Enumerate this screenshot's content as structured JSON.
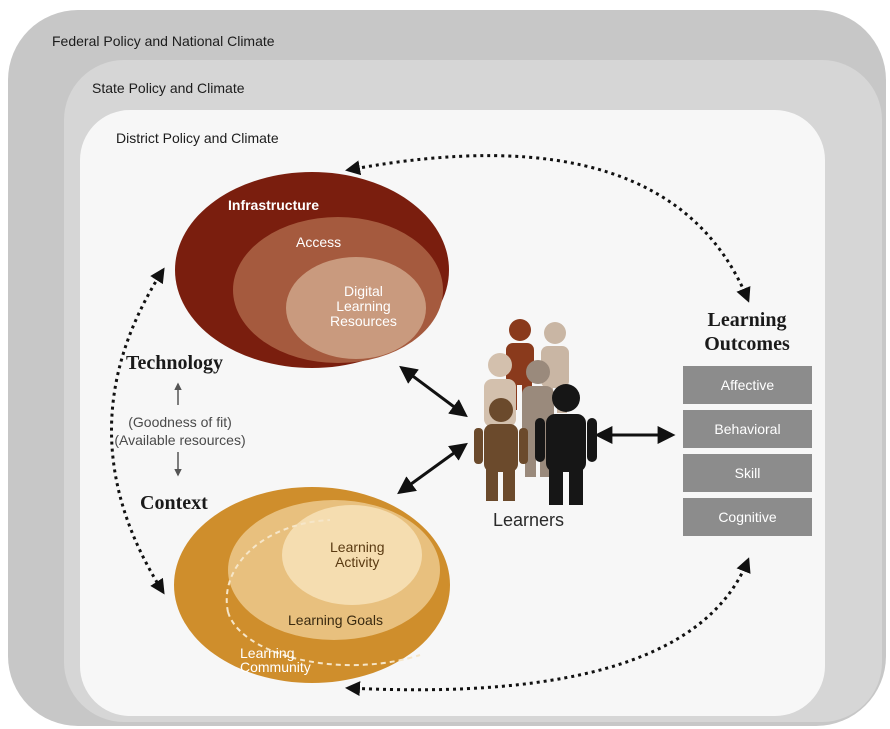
{
  "layers": {
    "federal": "Federal Policy and National Climate",
    "state": "State Policy and Climate",
    "district": "District Policy and Climate"
  },
  "technology": {
    "title": "Technology",
    "infrastructure": "Infrastructure",
    "access": "Access",
    "resources_line1": "Digital",
    "resources_line2": "Learning",
    "resources_line3": "Resources"
  },
  "fit": {
    "line1": "(Goodness of fit)",
    "line2": "(Available resources)"
  },
  "context": {
    "title": "Context",
    "activity_line1": "Learning",
    "activity_line2": "Activity",
    "goals": "Learning Goals",
    "community_line1": "Learning",
    "community_line2": "Community"
  },
  "learners": "Learners",
  "outcomes": {
    "title_line1": "Learning",
    "title_line2": "Outcomes",
    "items": [
      "Affective",
      "Behavioral",
      "Skill",
      "Cognitive"
    ]
  },
  "colors": {
    "infrastructure": "#7a1e0e",
    "access": "#a55a3e",
    "resources": "#c99a7e",
    "community": "#cf8e2c",
    "goals": "#e8c07e",
    "activity": "#f5ddb0",
    "outcome_box": "#8c8c8c"
  }
}
